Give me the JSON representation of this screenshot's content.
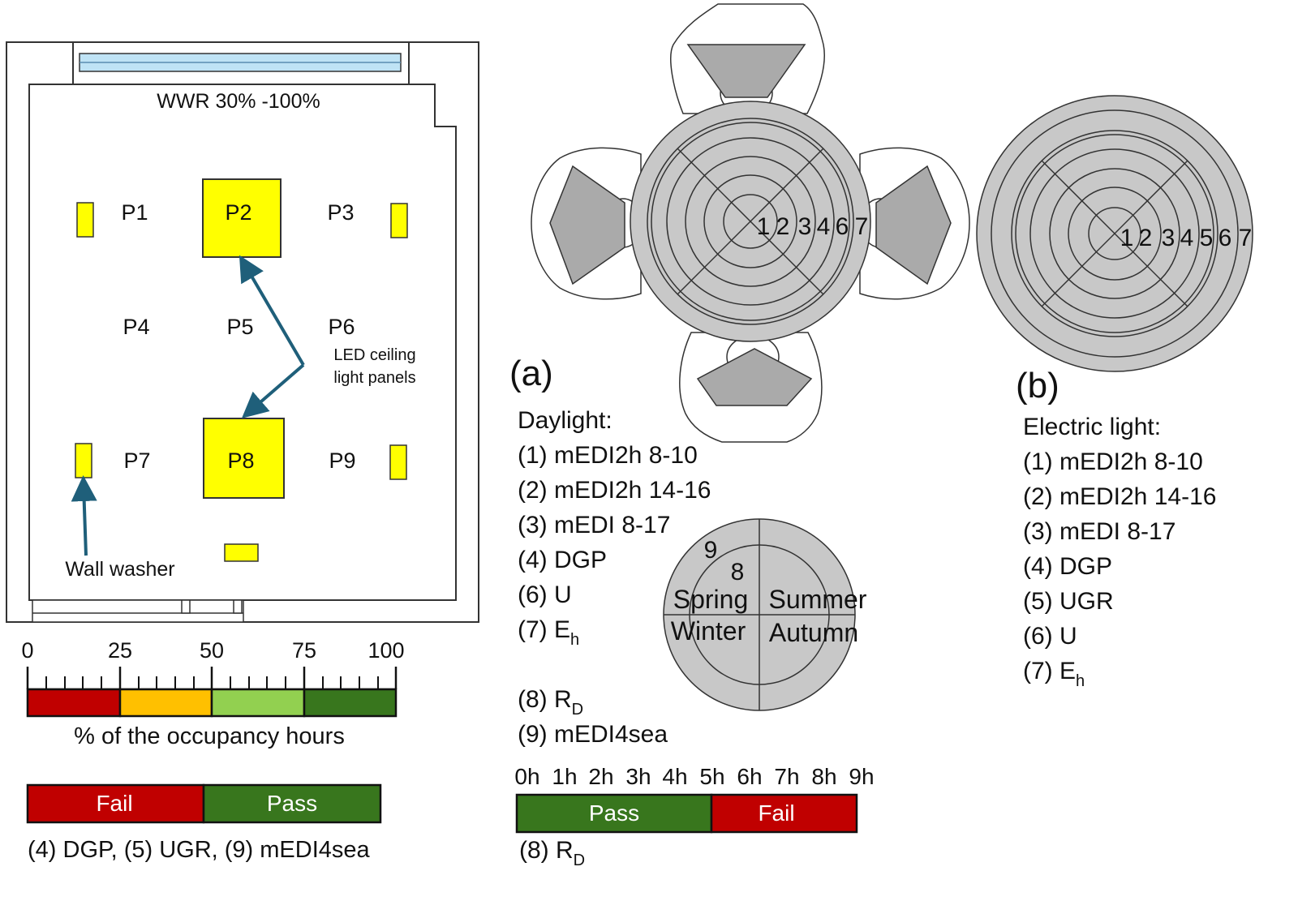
{
  "plan": {
    "wwr": "WWR 30% -100%",
    "positions": [
      "P1",
      "P2",
      "P3",
      "P4",
      "P5",
      "P6",
      "P7",
      "P8",
      "P9"
    ],
    "led_line1": "LED ceiling",
    "led_line2": "light panels",
    "wall_washer": "Wall washer"
  },
  "scale": {
    "ticks": [
      "0",
      "25",
      "50",
      "75",
      "100"
    ],
    "caption": "% of the occupancy hours",
    "colors": [
      "#c00000",
      "#ffc000",
      "#92d050",
      "#38761d"
    ]
  },
  "passfail_left": {
    "fail": "Fail",
    "pass": "Pass",
    "caption": "(4) DGP, (5) UGR, (9) mEDI4sea"
  },
  "panel_a": {
    "label": "(a)",
    "ring_numbers": [
      "1",
      "2",
      "3",
      "4",
      "6",
      "7"
    ],
    "legend_title": "Daylight:",
    "legend": [
      "(1) mEDI2h 8-10",
      "(2) mEDI2h 14-16",
      "(3) mEDI 8-17",
      "(4) DGP",
      "(6) U"
    ],
    "eh_prefix": "(7) E",
    "eh_sub": "h",
    "rd_prefix": "(8) R",
    "rd_sub": "D",
    "item9": "(9) mEDI4sea"
  },
  "season_disc": {
    "n9": "9",
    "n8": "8",
    "spring": "Spring",
    "summer": "Summer",
    "winter": "Winter",
    "autumn": "Autumn"
  },
  "hours_bar": {
    "ticks": [
      "0h",
      "1h",
      "2h",
      "3h",
      "4h",
      "5h",
      "6h",
      "7h",
      "8h",
      "9h"
    ],
    "pass": "Pass",
    "fail": "Fail",
    "caption_prefix": "(8) R",
    "caption_sub": "D"
  },
  "panel_b": {
    "label": "(b)",
    "ring_numbers": [
      "1",
      "2",
      "3",
      "4",
      "5",
      "6",
      "7"
    ],
    "legend_title": "Electric light:",
    "legend": [
      "(1) mEDI2h 8-10",
      "(2) mEDI2h 14-16",
      "(3) mEDI 8-17",
      "(4) DGP",
      "(5) UGR",
      "(6) U"
    ],
    "eh_prefix": "(7) E",
    "eh_sub": "h"
  },
  "colors": {
    "panel_yellow": "#ffff00",
    "window_blue": "#bfe3f5",
    "arrow": "#1f5f7a",
    "disc_gray": "#c8c8c8",
    "pass_green": "#38761d",
    "fail_red": "#c00000"
  }
}
